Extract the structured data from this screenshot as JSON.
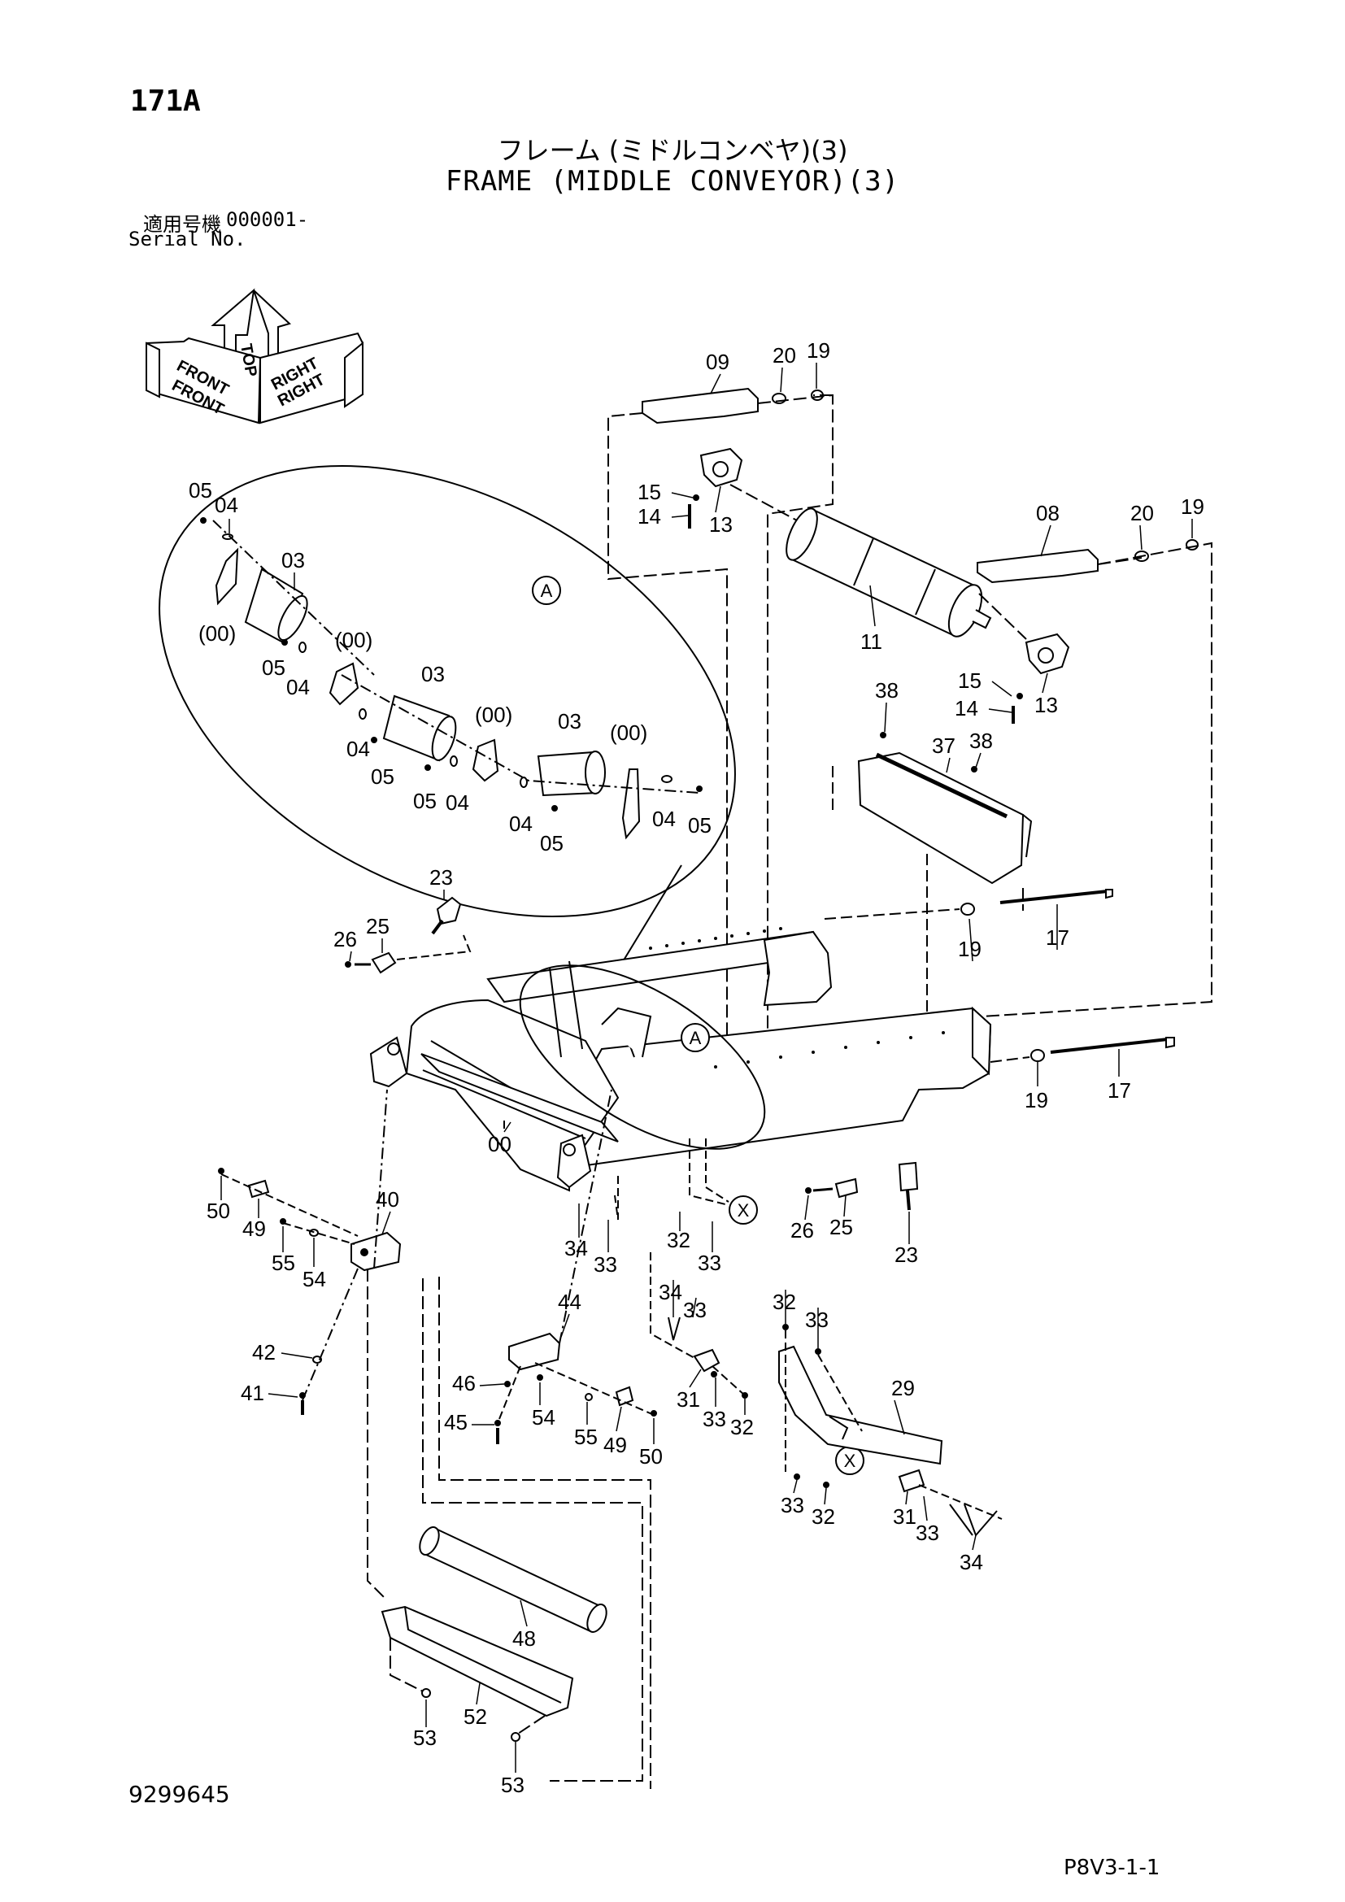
{
  "header": {
    "page_id": "171A",
    "title_jp": "フレーム (ミドルコンベヤ)(3)",
    "title_en": "FRAME (MIDDLE CONVEYOR)(3)",
    "serial_label_jp": "適用号機",
    "serial_number": "000001-",
    "serial_label_en": "Serial No."
  },
  "footer": {
    "doc_number": "9299645",
    "page_code": "P8V3-1-1"
  },
  "orientation": {
    "top": "TOP",
    "front": "FRONT",
    "right": "RIGHT"
  },
  "detail_markers": {
    "detail_a": "A",
    "detail_x": "X"
  },
  "callouts": {
    "c09": "09",
    "c20a": "20",
    "c19a": "19",
    "c15a": "15",
    "c14a": "14",
    "c13a": "13",
    "c08": "08",
    "c20b": "20",
    "c19b": "19",
    "c11": "11",
    "c15b": "15",
    "c14b": "14",
    "c13b": "13",
    "c05a": "05",
    "c04a": "04",
    "c03a": "03",
    "c00a": "(00)",
    "c05b": "05",
    "c04b": "04",
    "c00b": "(00)",
    "c03b": "03",
    "c04c": "04",
    "c05c": "05",
    "c00c": "(00)",
    "c03c": "03",
    "c00d": "(00)",
    "c05d": "05",
    "c04d": "04",
    "c04e": "04",
    "c05e": "05",
    "c04f": "04",
    "c05f": "05",
    "c38a": "38",
    "c37": "37",
    "c38b": "38",
    "c23a": "23",
    "c25a": "25",
    "c26a": "26",
    "c19c": "19",
    "c17a": "17",
    "c19d": "19",
    "c17b": "17",
    "c00e": "00",
    "c50a": "50",
    "c49a": "49",
    "c55a": "55",
    "c54a": "54",
    "c40": "40",
    "c42": "42",
    "c41": "41",
    "c34a": "34",
    "c33a": "33",
    "c32a": "32",
    "c33b": "33",
    "c26b": "26",
    "c25b": "25",
    "c23b": "23",
    "c44": "44",
    "c46": "46",
    "c45": "45",
    "c54b": "54",
    "c55b": "55",
    "c49b": "49",
    "c50b": "50",
    "c34b": "34",
    "c33c": "33",
    "c32b": "32",
    "c33d": "33",
    "c31a": "31",
    "c33e": "33",
    "c32c": "32",
    "c29": "29",
    "c33f": "33",
    "c32d": "32",
    "c31b": "31",
    "c33g": "33",
    "c34c": "34",
    "c48": "48",
    "c52": "52",
    "c53a": "53",
    "c53b": "53"
  }
}
